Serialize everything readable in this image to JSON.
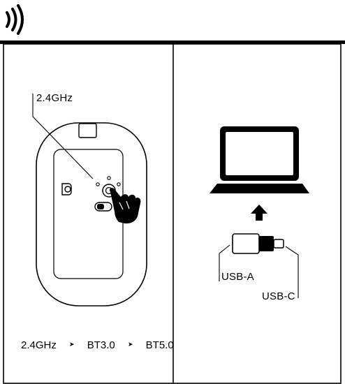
{
  "left_panel": {
    "callout_label": "2.4GHz",
    "mode_sequence": [
      "2.4GHz",
      "BT3.0",
      "BT5.0"
    ],
    "sequence_separator": "➤"
  },
  "right_panel": {
    "usb_a_label": "USB-A",
    "usb_c_label": "USB-C"
  },
  "icons": [
    "wireless-signal-icon",
    "mouse-underside-icon",
    "pointing-hand-icon",
    "laptop-icon",
    "up-arrow-icon",
    "usb-dongle-icon"
  ]
}
